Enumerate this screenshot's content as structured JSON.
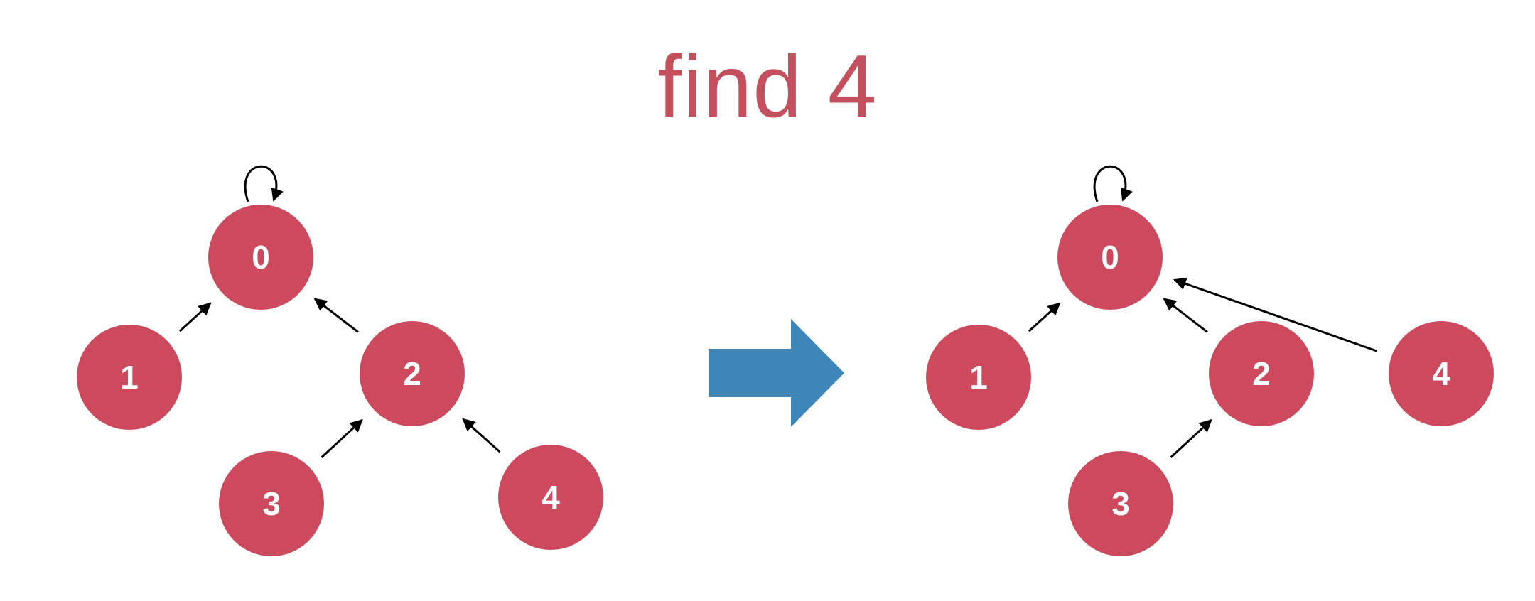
{
  "title": "find 4",
  "colors": {
    "title": "#c5505d",
    "node": "#cd4a5e",
    "node_text": "#ffffff",
    "edge": "#000000",
    "transition_arrow": "#3d86ba",
    "background": "#ffffff"
  },
  "before": {
    "nodes": [
      {
        "id": "0",
        "label": "0"
      },
      {
        "id": "1",
        "label": "1"
      },
      {
        "id": "2",
        "label": "2"
      },
      {
        "id": "3",
        "label": "3"
      },
      {
        "id": "4",
        "label": "4"
      }
    ],
    "edges": [
      {
        "from": "0",
        "to": "0"
      },
      {
        "from": "1",
        "to": "0"
      },
      {
        "from": "2",
        "to": "0"
      },
      {
        "from": "3",
        "to": "2"
      },
      {
        "from": "4",
        "to": "2"
      }
    ]
  },
  "after": {
    "nodes": [
      {
        "id": "0",
        "label": "0"
      },
      {
        "id": "1",
        "label": "1"
      },
      {
        "id": "2",
        "label": "2"
      },
      {
        "id": "3",
        "label": "3"
      },
      {
        "id": "4",
        "label": "4"
      }
    ],
    "edges": [
      {
        "from": "0",
        "to": "0"
      },
      {
        "from": "1",
        "to": "0"
      },
      {
        "from": "2",
        "to": "0"
      },
      {
        "from": "3",
        "to": "2"
      },
      {
        "from": "4",
        "to": "0"
      }
    ]
  },
  "transition_icon": "right-arrow-icon"
}
